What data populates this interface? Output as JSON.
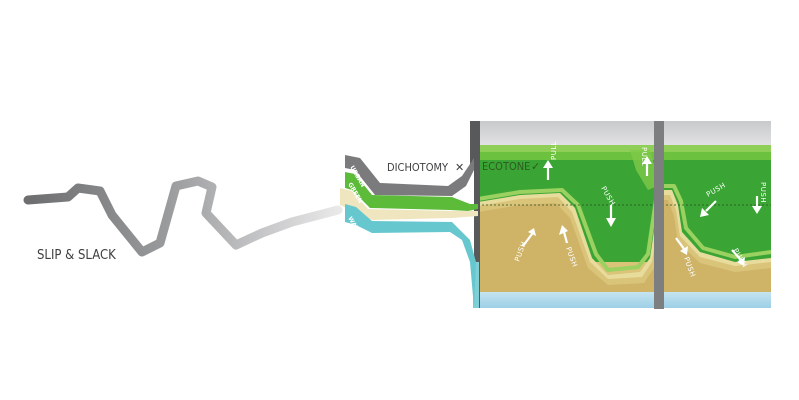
{
  "labels": {
    "slip_slack": "SLIP & SLACK",
    "dichotomy": "DICHOTOMY",
    "dichotomy_mark": "✕",
    "ecotone": "ECOTONE",
    "ecotone_mark": "✓"
  },
  "bands": {
    "urban": "URBAN",
    "green": "GREEN",
    "water": "WATER"
  },
  "arrows": {
    "pull": "PULL",
    "push": "PUSH"
  },
  "colors": {
    "urban_gray": "#7b7b7d",
    "dark_gray": "#58595b",
    "green_dark": "#3aa535",
    "green_mid": "#5dbb3a",
    "green_light": "#b9d96a",
    "sand": "#d8c173",
    "sand_light": "#efe4b3",
    "water": "#9ccfe6",
    "cyan": "#66c7cf"
  }
}
